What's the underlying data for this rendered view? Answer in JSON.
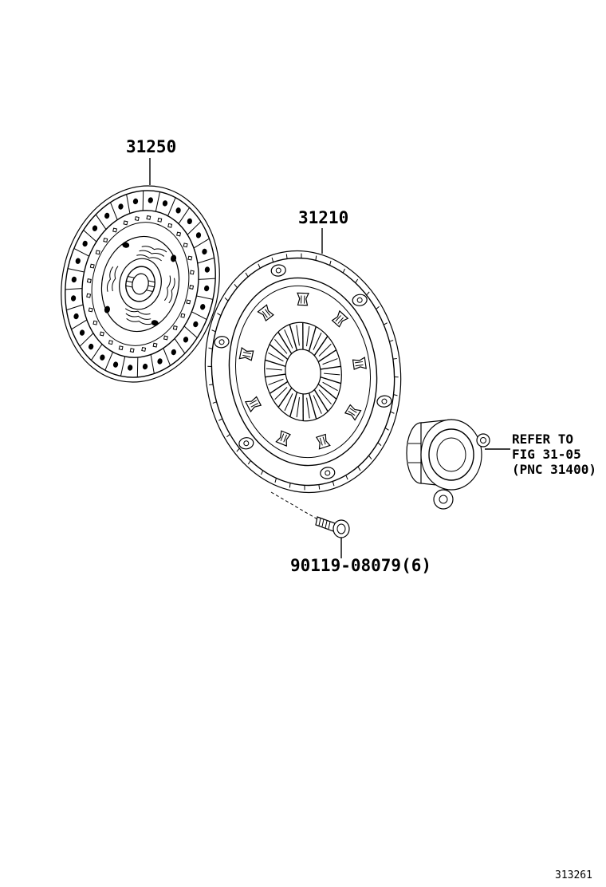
{
  "parts": {
    "clutch_disc": "31250",
    "clutch_cover": "31210",
    "bolt": "90119-08079(6)"
  },
  "reference": {
    "line1": "REFER TO",
    "line2": "FIG 31-05",
    "line3": "(PNC 31400)"
  },
  "figure_id": "313261"
}
